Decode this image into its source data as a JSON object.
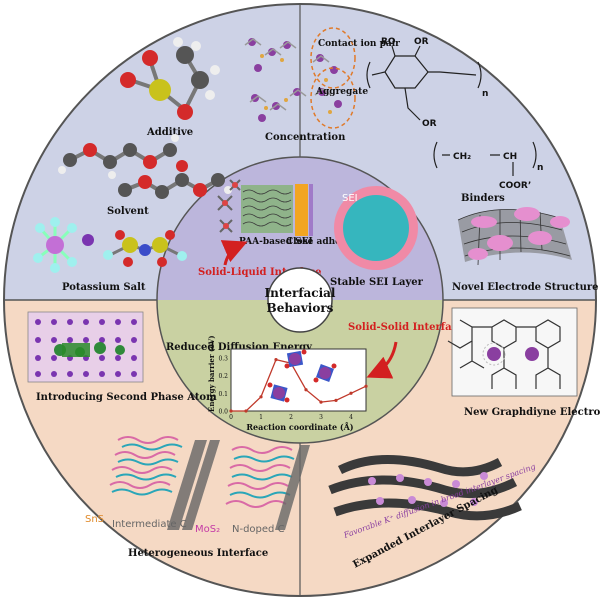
{
  "center": {
    "line1": "Interfacial",
    "line2": "Behaviors"
  },
  "upper": {
    "additive": "Additive",
    "concentration": "Concentration",
    "contact_ion_pair": "Contact ion pair",
    "aggregate": "Aggregate",
    "binders": "Binders",
    "binder_ro": "RO",
    "binder_or": "OR",
    "binder_or2": "OR",
    "binder_n": "n",
    "binder_ch2": "CH₂",
    "binder_ch": "CH",
    "binder_n2": "n",
    "binder_coor": "COOR’",
    "solvent": "Solvent",
    "potassium_salt": "Potassium Salt",
    "novel_electrode": "Novel Electrode Structure"
  },
  "inner_upper": {
    "solid_liquid": "Solid-Liquid Interface",
    "paa_sei": "PAA-based SEI",
    "close_adhesion": "Close adhesion",
    "sei": "SEI",
    "stable_sei": "Stable SEI Layer"
  },
  "inner_lower": {
    "reduced_diffusion": "Reduced Diffusion Energy",
    "solid_solid": "Solid-Solid Interface",
    "ylabel": "Energy barrier (eV)",
    "xlabel": "Reaction coordinate (Å)",
    "yticks": [
      "0.0",
      "0.1",
      "0.2",
      "0.3"
    ],
    "xticks": [
      "0",
      "1",
      "2",
      "3",
      "4"
    ]
  },
  "lower": {
    "second_phase": "Introducing Second Phase Atom",
    "graphdiyne": "New Graphdiyne Electrode",
    "heterogeneous": "Heterogeneous Interface",
    "sns": "SnS",
    "intermediate_c": "Intermediate C",
    "mos2": "MoS₂",
    "n_doped_c": "N-doped C",
    "favorable": "Favorable K⁺ diffusion in broad interlayer spacing",
    "expanded": "Expanded Interlayer Spacing"
  },
  "chart_data": {
    "type": "line",
    "xlabel": "Reaction coordinate (Å)",
    "ylabel": "Energy barrier (eV)",
    "xlim": [
      0,
      4.5
    ],
    "ylim": [
      0,
      0.35
    ],
    "x": [
      0,
      0.5,
      1.0,
      1.5,
      2.0,
      2.5,
      3.0,
      3.5,
      4.0,
      4.5
    ],
    "series": [
      {
        "values": [
          0.0,
          0.0,
          0.08,
          0.29,
          0.27,
          0.12,
          0.05,
          0.06,
          0.1,
          0.14
        ]
      }
    ]
  },
  "colors": {
    "outer_ring_upper": "#cdd2e6",
    "outer_ring_lower": "#f5d9c4",
    "inner_upper": "#bcb6dc",
    "inner_lower": "#c9d1a2",
    "accent_red": "#d32020",
    "curve": "#c0392b"
  }
}
